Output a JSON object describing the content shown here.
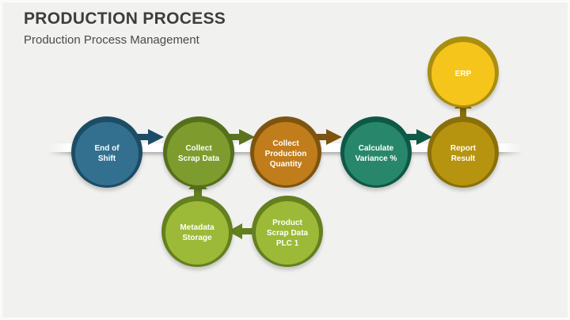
{
  "slide": {
    "title": "PRODUCTION PROCESS",
    "subtitle": "Production Process Management",
    "background_color": "#F1F1F0",
    "title_color": "#3D3D3D",
    "band_color": "#FFFFFF"
  },
  "diagram": {
    "nodes": [
      {
        "id": "end-of-shift",
        "label": "End of\nShift",
        "fill": "#33708F",
        "ring": "#1D4C66"
      },
      {
        "id": "collect-scrap-data",
        "label": "Collect\nScrap Data",
        "fill": "#7E9C2E",
        "ring": "#55701C"
      },
      {
        "id": "collect-production-quantity",
        "label": "Collect\nProduction\nQuantity",
        "fill": "#C17D1C",
        "ring": "#7E5410"
      },
      {
        "id": "calculate-variance",
        "label": "Calculate\nVariance %",
        "fill": "#28876A",
        "ring": "#0E5846"
      },
      {
        "id": "report-result",
        "label": "Report\nResult",
        "fill": "#B6940F",
        "ring": "#8A7009"
      },
      {
        "id": "erp",
        "label": "ERP",
        "fill": "#F5C51C",
        "ring": "#A98E10"
      },
      {
        "id": "metadata-storage",
        "label": "Metadata\nStorage",
        "fill": "#9CBA37",
        "ring": "#64801F"
      },
      {
        "id": "product-scrap-data-plc1",
        "label": "Product\nScrap Data\nPLC 1",
        "fill": "#9CBA37",
        "ring": "#64801F"
      }
    ],
    "arrows": [
      {
        "from": "end-of-shift",
        "to": "collect-scrap-data",
        "direction": "right",
        "color": "#1D4C66"
      },
      {
        "from": "collect-scrap-data",
        "to": "collect-production-quantity",
        "direction": "right",
        "color": "#5B721F"
      },
      {
        "from": "collect-production-quantity",
        "to": "calculate-variance",
        "direction": "right",
        "color": "#7D5310"
      },
      {
        "from": "calculate-variance",
        "to": "report-result",
        "direction": "right",
        "color": "#0F5A47"
      },
      {
        "from": "report-result",
        "to": "erp",
        "direction": "up",
        "color": "#8A7009"
      },
      {
        "from": "metadata-storage",
        "to": "collect-scrap-data",
        "direction": "up",
        "color": "#64801F"
      },
      {
        "from": "product-scrap-data-plc1",
        "to": "metadata-storage",
        "direction": "left",
        "color": "#64801F"
      }
    ]
  }
}
